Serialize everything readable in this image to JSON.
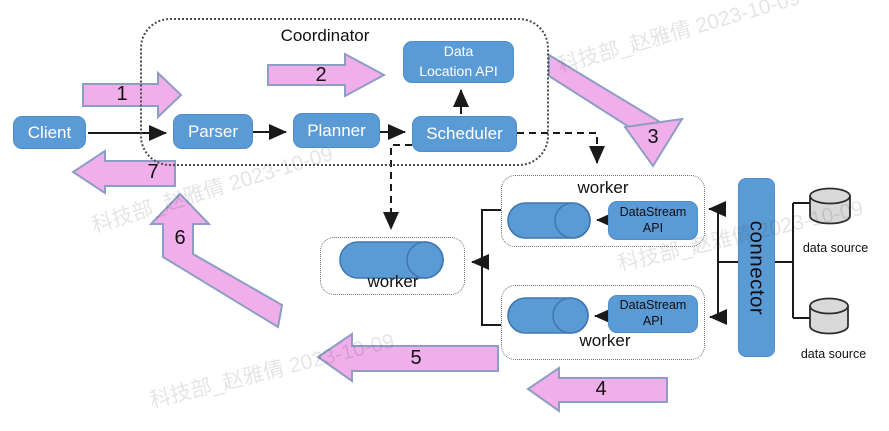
{
  "diagram": {
    "coordinator_label": "Coordinator",
    "nodes": {
      "client": "Client",
      "parser": "Parser",
      "planner": "Planner",
      "scheduler": "Scheduler",
      "data_location_api_line1": "Data",
      "data_location_api_line2": "Location API",
      "connector": "connector"
    },
    "workers": {
      "top_label": "worker",
      "middle_label": "worker",
      "bottom_label": "worker",
      "datastream_api_line1": "DataStream",
      "datastream_api_line2": "API"
    },
    "data_sources": {
      "top_label": "data source",
      "bottom_label": "data source"
    },
    "flow": [
      "1",
      "2",
      "3",
      "4",
      "5",
      "6",
      "7"
    ],
    "watermark_text": "科技部_赵雅倩  2023-10-09",
    "colors": {
      "node_fill": "#5b9bd5",
      "capsule_stroke": "#4178b0",
      "arrow_fill": "#f0aeea",
      "arrow_stroke": "#8d9dc3",
      "line_color": "#1a1a1a",
      "cylinder_fill": "#d9d9d9"
    }
  }
}
